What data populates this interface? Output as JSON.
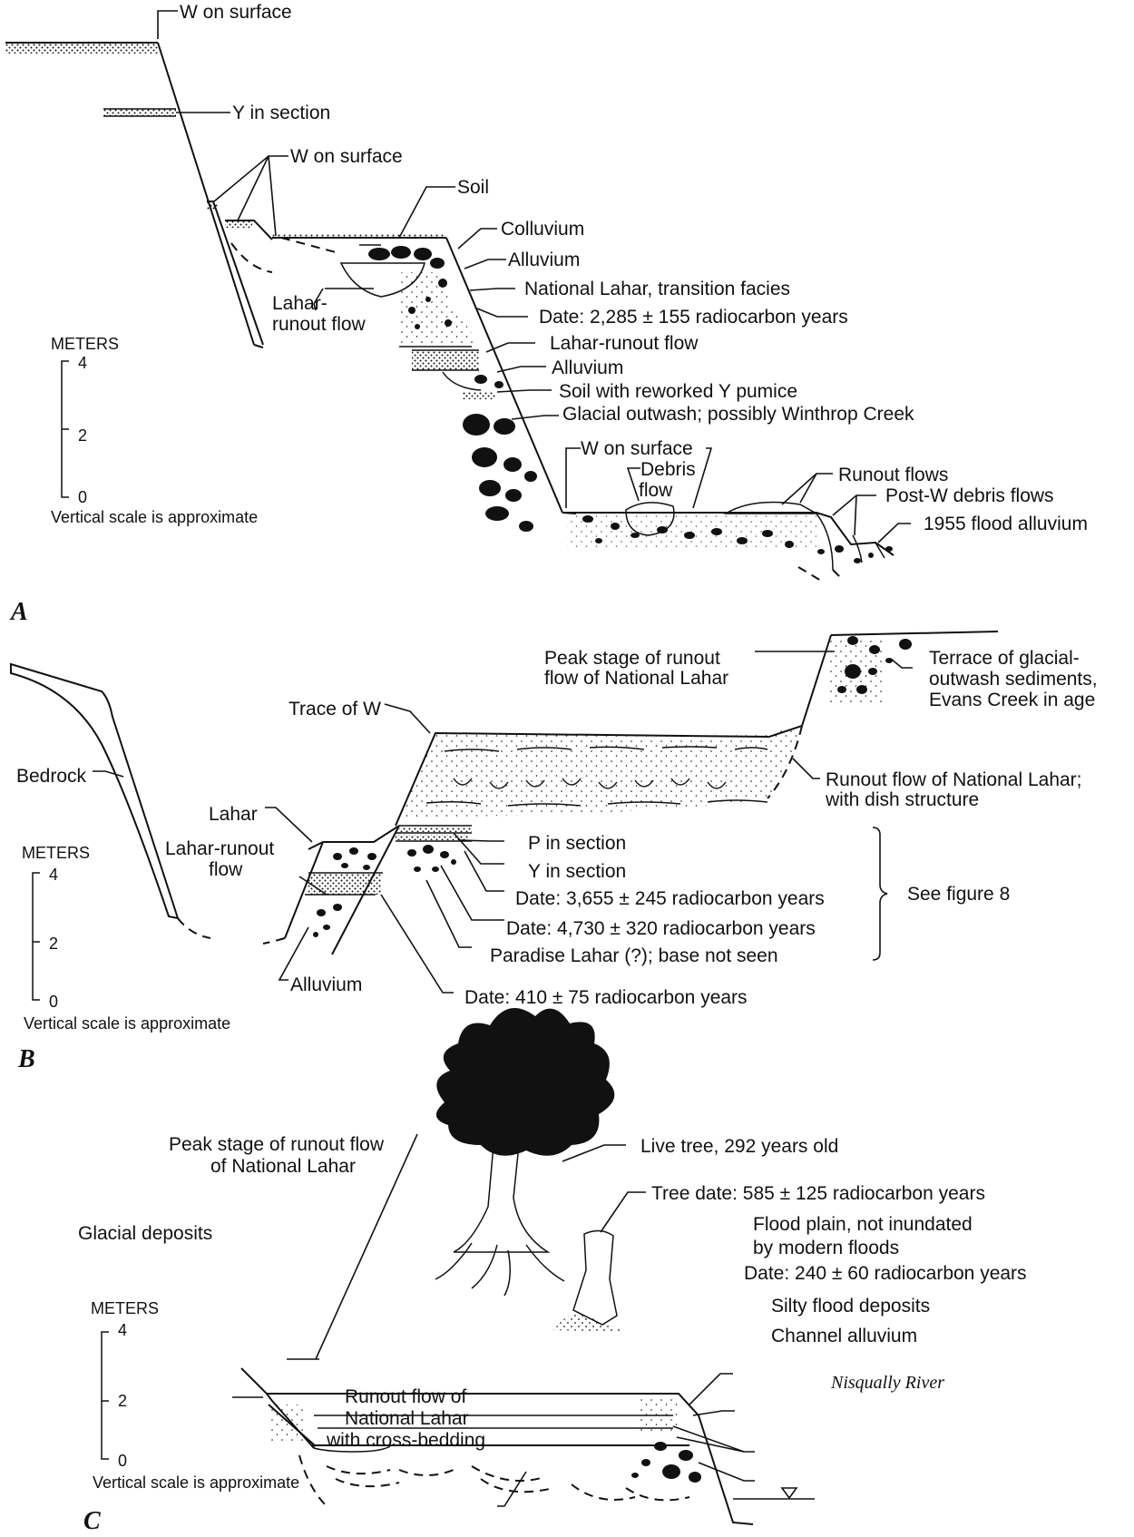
{
  "panels": [
    {
      "letter": "A",
      "labels": {
        "w_surface_top": "W on surface",
        "y_section": "Y in section",
        "w_surface_mid": "W on surface",
        "soil": "Soil",
        "colluvium": "Colluvium",
        "alluvium1": "Alluvium",
        "national_lahar_transition": "National Lahar, transition facies",
        "date_2285": "Date: 2,285 ± 155 radiocarbon years",
        "lahar_runout_flow": "Lahar-runout flow",
        "alluvium2": "Alluvium",
        "soil_reworked": "Soil with reworked Y pumice",
        "glacial_outwash": "Glacial outwash; possibly Winthrop Creek",
        "w_surface_low": "W on surface",
        "debris_flow_1": "Debris",
        "debris_flow_2": "flow",
        "runout_flows": "Runout flows",
        "post_w_debris": "Post-W debris flows",
        "flood_1955": "1955 flood alluvium",
        "lahar_runout_left_1": "Lahar-",
        "lahar_runout_left_2": "runout flow"
      },
      "scale": {
        "title": "METERS",
        "ticks": [
          "4",
          "2",
          "0"
        ],
        "note": "Vertical scale is approximate"
      }
    },
    {
      "letter": "B",
      "labels": {
        "bedrock": "Bedrock",
        "peak_stage_1": "Peak stage of runout",
        "peak_stage_2": "flow of National Lahar",
        "terrace_1": "Terrace of glacial-",
        "terrace_2": "outwash sediments,",
        "terrace_3": "Evans Creek in age",
        "trace_w": "Trace of W",
        "runout_dish_1": "Runout flow of National Lahar;",
        "runout_dish_2": "with dish structure",
        "lahar": "Lahar",
        "lahar_runout_1": "Lahar-runout",
        "lahar_runout_2": "flow",
        "p_section": "P in section",
        "y_section": "Y in section",
        "date_3655": "Date: 3,655 ± 245 radiocarbon years",
        "date_4730": "Date: 4,730 ± 320 radiocarbon years",
        "paradise": "Paradise Lahar (?); base not seen",
        "see_fig": "See figure 8",
        "alluvium": "Alluvium",
        "date_410": "Date: 410 ± 75 radiocarbon years"
      },
      "scale": {
        "title": "METERS",
        "ticks": [
          "4",
          "2",
          "0"
        ],
        "note": "Vertical scale is approximate"
      }
    },
    {
      "letter": "C",
      "labels": {
        "peak_stage_1": "Peak stage of runout flow",
        "peak_stage_2": "of National Lahar",
        "live_tree": "Live tree, 292 years old",
        "tree_date": "Tree date: 585 ± 125 radiocarbon years",
        "glacial_deposits": "Glacial deposits",
        "flood_plain_1": "Flood plain, not inundated",
        "flood_plain_2": "by modern floods",
        "date_240": "Date: 240 ± 60 radiocarbon years",
        "silty": "Silty flood deposits",
        "channel": "Channel alluvium",
        "river": "Nisqually River",
        "runout_cross_1": "Runout flow of",
        "runout_cross_2": "National Lahar",
        "runout_cross_3": "with cross-bedding"
      },
      "scale": {
        "title": "METERS",
        "ticks": [
          "4",
          "2",
          "0"
        ],
        "note": "Vertical scale is approximate"
      }
    }
  ]
}
